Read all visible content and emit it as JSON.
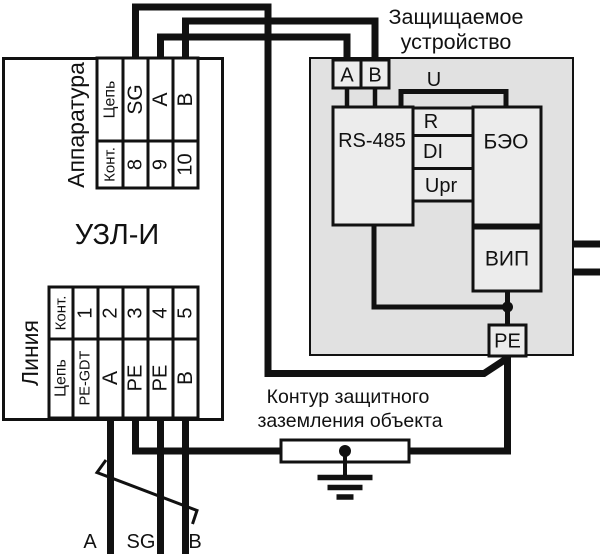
{
  "colors": {
    "ink": "#111111",
    "device_fill": "#e1e1e1",
    "block_fill": "#ececec",
    "background": "#ffffff"
  },
  "uzl": {
    "title": "УЗЛ-И",
    "apparatus_label": "Аппаратура",
    "line_label": "Линия",
    "apparatus_table": {
      "circuit_header": "Цепь",
      "contact_header": "Конт.",
      "terminals": [
        {
          "circuit": "SG",
          "contact": "8"
        },
        {
          "circuit": "А",
          "contact": "9"
        },
        {
          "circuit": "В",
          "contact": "10"
        }
      ]
    },
    "line_table": {
      "contact_header": "Конт.",
      "circuit_header": "Цепь",
      "terminals": [
        {
          "contact": "1",
          "circuit": "PE-GDT"
        },
        {
          "contact": "2",
          "circuit": "А"
        },
        {
          "contact": "3",
          "circuit": "PE"
        },
        {
          "contact": "4",
          "circuit": "PE"
        },
        {
          "contact": "5",
          "circuit": "В"
        }
      ]
    }
  },
  "device": {
    "title_line1": "Защищаемое",
    "title_line2": "устройство",
    "terminal_a": "А",
    "terminal_b": "В",
    "rs485": "RS-485",
    "beo": "БЭО",
    "vip": "ВИП",
    "pe": "PE",
    "signal_u": "U",
    "signal_r": "R",
    "signal_di": "DI",
    "signal_upr": "Upr"
  },
  "ground": {
    "caption_line1": "Контур защитного",
    "caption_line2": "заземления объекта"
  },
  "line_wires": {
    "a": "А",
    "sg": "SG",
    "b": "В"
  }
}
